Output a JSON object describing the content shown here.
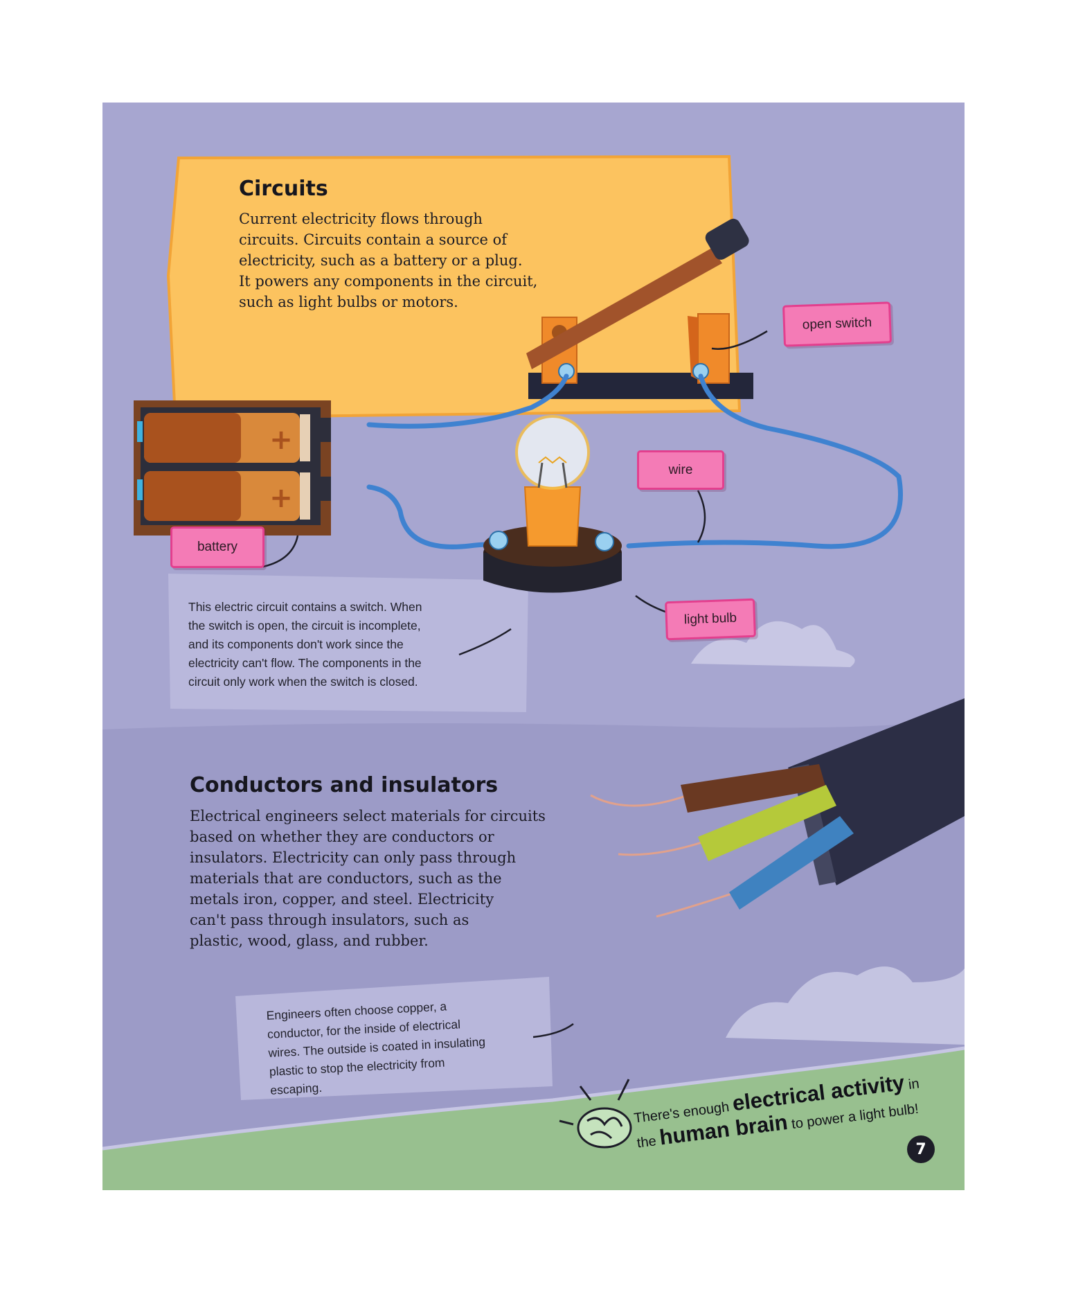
{
  "circuits": {
    "title": "Circuits",
    "body": "Current electricity flows through\ncircuits. Circuits contain a source of\nelectricity, such as a battery or a plug.\nIt powers any components in the circuit,\nsuch as light bulbs or motors."
  },
  "labels": {
    "open_switch": "open switch",
    "wire": "wire",
    "battery": "battery",
    "light_bulb": "light bulb"
  },
  "circuit_caption": "This electric circuit contains a switch. When\nthe switch is open, the circuit is incomplete,\nand its components don't work since the\nelectricity can't flow. The components in the\ncircuit only work when the switch is closed.",
  "conductors": {
    "title": "Conductors and insulators",
    "body": "Electrical engineers select materials for circuits\nbased on whether they are conductors or\ninsulators. Electricity can only pass through\nmaterials that are conductors, such as the\nmetals iron, copper, and steel. Electricity\ncan't pass through insulators, such as\nplastic, wood, glass, and rubber."
  },
  "wire_caption": "Engineers often choose copper, a\nconductor, for the inside of electrical\nwires. The outside is coated in insulating\nplastic to stop the electricity from\nescaping.",
  "fact": {
    "part1": "There's enough ",
    "part2": "electrical activity",
    "part3": " in",
    "part4": "the ",
    "part5": "human brain",
    "part6": " to power a light bulb!"
  },
  "page_number": "7",
  "colors": {
    "page_background": "#a7a6d0",
    "panel_yellow": "#fcc35f",
    "label_pink": "#f47bb6",
    "wire_blue": "#3f82d0",
    "ground_green": "#98c08f"
  }
}
